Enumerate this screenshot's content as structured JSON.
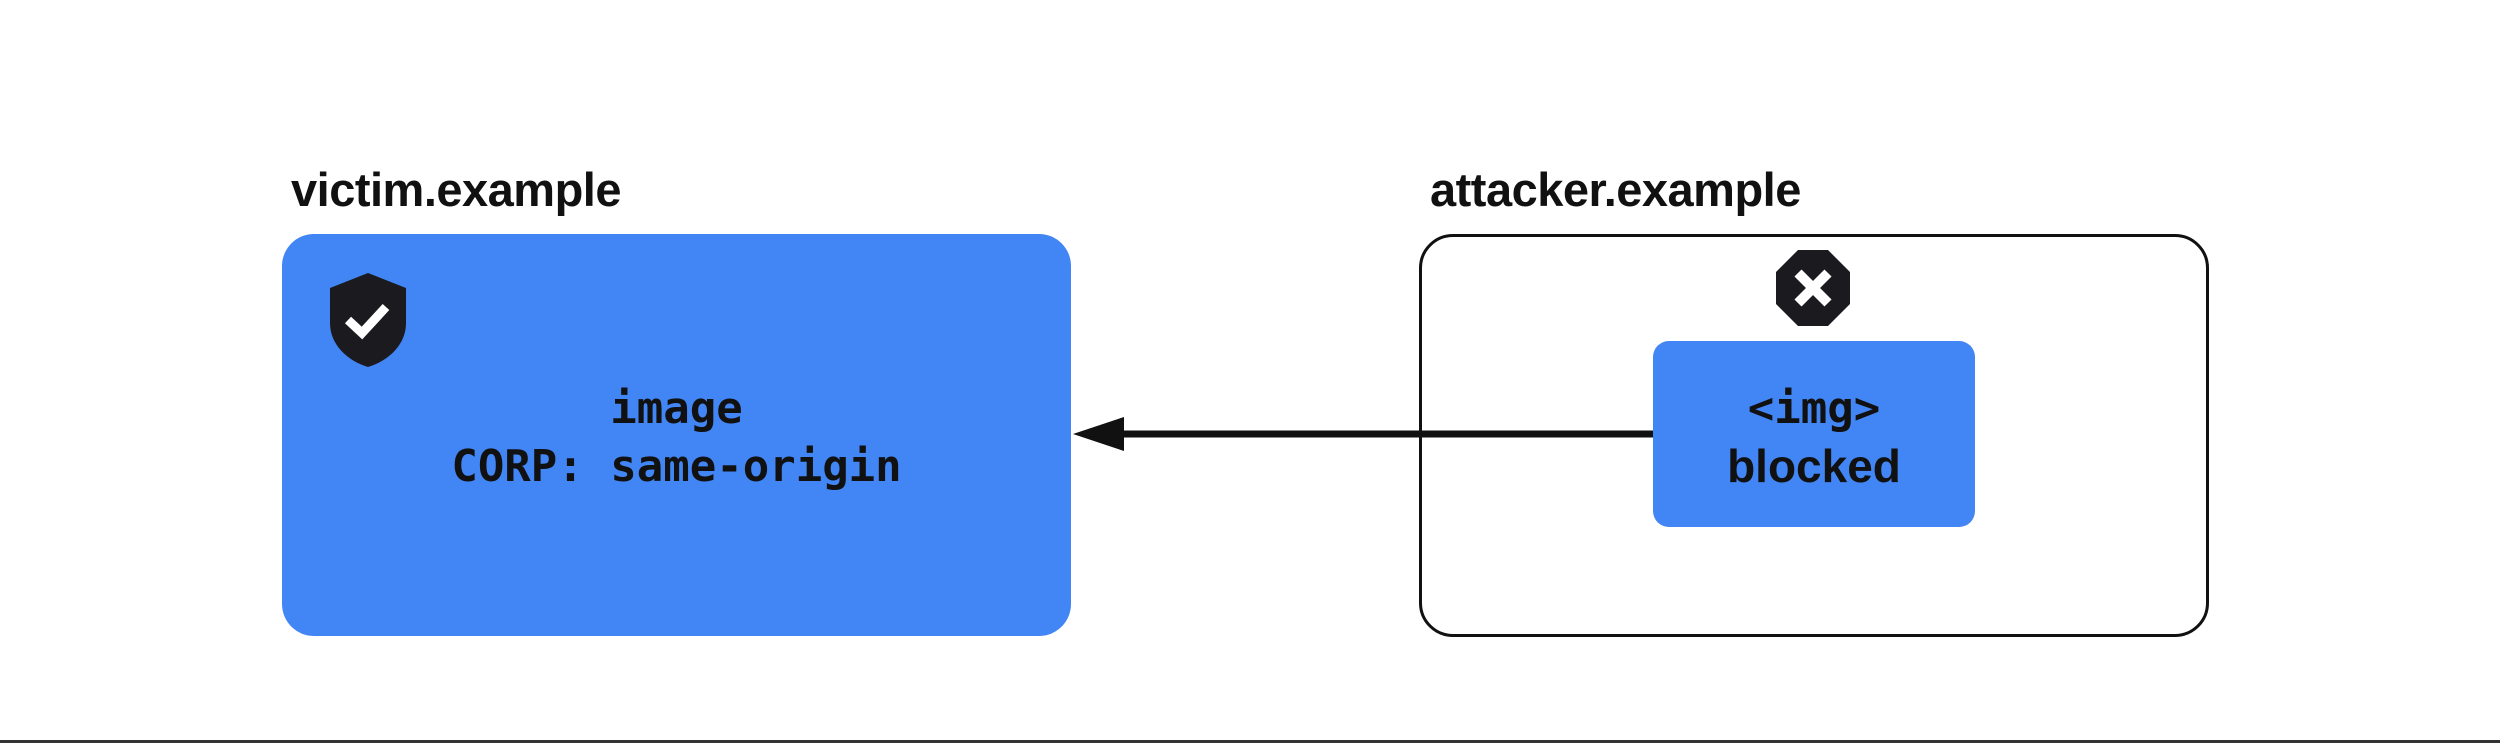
{
  "victim": {
    "label": "victim.example",
    "resource_line1": "image",
    "resource_line2": "CORP: same-origin",
    "icon": "shield-check-icon"
  },
  "attacker": {
    "label": "attacker.example",
    "element_line1": "<img>",
    "element_line2": "blocked",
    "icon": "blocked-x-octagon-icon"
  },
  "colors": {
    "box_fill": "#4285f4",
    "ink": "#111111"
  }
}
